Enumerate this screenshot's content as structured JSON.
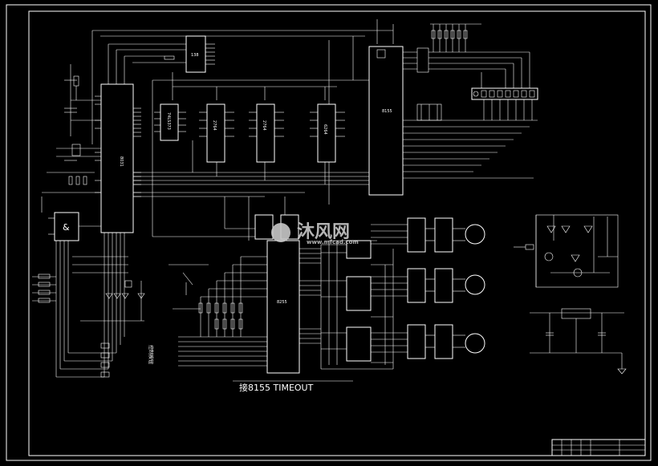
{
  "note": {
    "text": "接8155 TIMEOUT"
  },
  "chips": {
    "cpu": "8031",
    "latch": "138",
    "ic1": "74LS373",
    "ic2": "2764",
    "ic3": "2764",
    "ic4": "6264",
    "io1": "8155",
    "io2": "8255"
  },
  "labels": {
    "and_gate": "&",
    "ctrl_vertical": "控制按钮"
  },
  "watermark": {
    "brand": "沐风网",
    "url": "www.mfcad.com"
  },
  "colors": {
    "background": "#000000",
    "lines": "#ffffff",
    "watermark": "#c8c8c8"
  }
}
